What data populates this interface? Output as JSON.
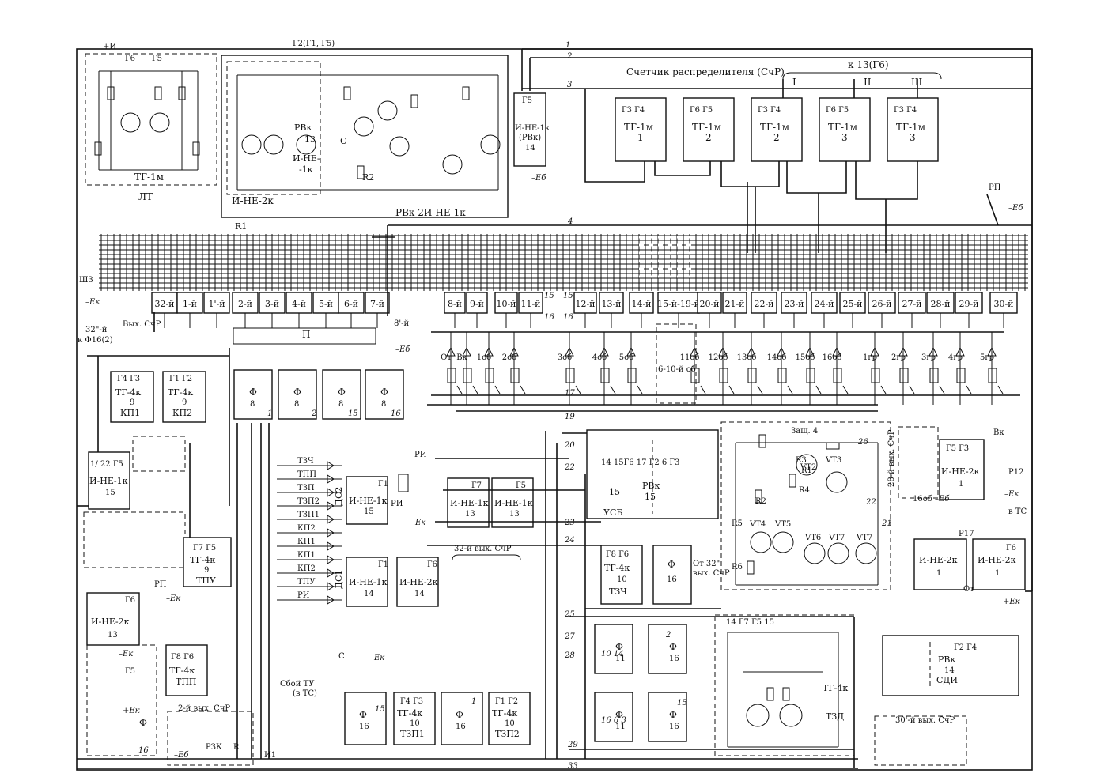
{
  "title": "Счетчик распределителя (СчР)",
  "top_group": {
    "label": "к 13(Г6)",
    "outputs": [
      "I",
      "II",
      "III"
    ]
  },
  "counter_blocks": [
    {
      "pins": "Г3  Г4",
      "name": "ТГ-1м",
      "num": "1"
    },
    {
      "pins": "Г6  Г5",
      "name": "ТГ-1м",
      "num": "2"
    },
    {
      "pins": "Г3  Г4",
      "name": "ТГ-1м",
      "num": "2"
    },
    {
      "pins": "Г6  Г5",
      "name": "ТГ-1м",
      "num": "3"
    },
    {
      "pins": "Г3  Г4",
      "name": "ТГ-1м",
      "num": "3"
    }
  ],
  "lt_block": {
    "name": "ТГ-1м",
    "caption": "ЛТ",
    "pins_left": "Г6",
    "pins_right": "Г5",
    "supply": "+И"
  },
  "rvk_top": {
    "label1": "И-НЕ-2к",
    "label2": "РВк  2И-НЕ-1к",
    "rvk": "РВк",
    "rvk_num": "13",
    "ine": "И-НЕ-",
    "ine2": "-1к",
    "header": "Г2(Г1, Г5)",
    "r1": "R1",
    "r2": "R2",
    "c": "C"
  },
  "ine_rvk14": {
    "top": "Г5",
    "name": "И-НЕ-1к",
    "sub": "(РВк)",
    "num": "14",
    "supply": "–Eб"
  },
  "bus_numbers": [
    "1",
    "2",
    "3",
    "4"
  ],
  "register_cells": [
    "32-й",
    "1-й",
    "1'-й",
    "2-й",
    "3-й",
    "4-й",
    "5-й",
    "6-й",
    "7-й",
    "8-й",
    "9-й",
    "10-й",
    "11-й",
    "12-й",
    "13-й",
    "14-й",
    "15-й-19-й",
    "20-й",
    "21-й",
    "22-й",
    "23-й",
    "24-й",
    "25-й",
    "26-й",
    "27-й",
    "28-й",
    "29-й",
    "30-й"
  ],
  "left_labels": {
    "sh3": "ШЗ",
    "ek": "–Ек",
    "out32": "32\"-й",
    "to_f16": "к Ф16(2)",
    "vyh": "Вых. СчР",
    "p": "П",
    "r8": "8'-й",
    "eb": "–Еб"
  },
  "lower_labels": [
    "От",
    "Вк",
    "1об",
    "2об",
    "3об",
    "4об",
    "5об",
    "11об",
    "12об",
    "13об",
    "14об",
    "15об",
    "16об",
    "1гр",
    "2гр",
    "3гр",
    "4гр",
    "5гр"
  ],
  "mid_note": "6-10-й об",
  "wire_numbers": [
    "15",
    "16",
    "17",
    "19",
    "20",
    "21",
    "22",
    "23",
    "24",
    "25",
    "26",
    "27",
    "28",
    "29",
    "33"
  ],
  "kp_blocks": [
    {
      "pins": "Г4  Г3",
      "name": "ТГ-4к",
      "num": "9",
      "sub": "КП1"
    },
    {
      "pins": "Г1  Г2",
      "name": "ТГ-4к",
      "num": "9",
      "sub": "КП2"
    }
  ],
  "f_blocks": [
    {
      "name": "Ф",
      "num": "8",
      "pin": "1"
    },
    {
      "name": "Ф",
      "num": "8",
      "pin": "2"
    },
    {
      "name": "Ф",
      "num": "8",
      "pin": "15"
    },
    {
      "name": "Ф",
      "num": "8",
      "pin": "16"
    }
  ],
  "ine15": {
    "name": "И-НЕ-1к",
    "num": "15",
    "pins": "1/ 22 Г5"
  },
  "tpu": {
    "pins": "Г7 Г5",
    "name": "ТГ-4к",
    "num": "9",
    "sub": "ТПУ"
  },
  "ine13_left": {
    "name": "И-НЕ-2к",
    "num": "13",
    "pin": "Г6",
    "rp": "РП",
    "ek": "–Ек"
  },
  "dc_labels": [
    "ТЗЧ",
    "ТПП",
    "ТЗП",
    "ТЗП2",
    "ТЗП1",
    "КП2",
    "КП1",
    "КП1",
    "КП2",
    "ТПУ",
    "РИ"
  ],
  "dc2": {
    "name": "И-НЕ-1к",
    "num": "15",
    "pins": "Г1",
    "dc": "ДС2"
  },
  "dc1": {
    "name": "И-НЕ-1к",
    "num": "14",
    "pins": "Г1",
    "dc": "ДС1",
    "name2": "И-НЕ-2к",
    "num2": "14",
    "pins2": "Г6"
  },
  "ri": {
    "label": "РИ",
    "ek": "–Ек"
  },
  "ine13_mid": [
    {
      "pins": "Г7",
      "name": "И-НЕ-1к",
      "num": "13"
    },
    {
      "pins": "Г5",
      "name": "И-НЕ-1к",
      "num": "13"
    }
  ],
  "out32": "32-й вых. СчР",
  "usb": {
    "label": "УСБ",
    "num": "15",
    "rvk": "РВк",
    "rvk_num": "15",
    "pins": "14 15Г6  17 Г2  6  Г3"
  },
  "tzch": {
    "pins": "Г8 Г6",
    "name": "ТГ-4к",
    "num": "10",
    "sub": "ТЗЧ"
  },
  "f16_out": {
    "name": "Ф",
    "num": "16",
    "note1": "От 32\"",
    "note2": "вых. СчР"
  },
  "zash": {
    "title": "Защ. 4",
    "parts": [
      "R1",
      "R2",
      "R3",
      "R4",
      "R5",
      "R6",
      "VT1",
      "VT2",
      "VT3",
      "VT4",
      "VT5",
      "VT6",
      "VT7"
    ]
  },
  "right_group": {
    "label": "28-й вых. СчР",
    "ine": "И-НЕ-2к",
    "num": "1",
    "pins": "Г5  Г3",
    "vk": "Вк",
    "p12": "Р12",
    "vtc": "в ТС",
    "ek": "–Ек",
    "eb": "–Еб",
    "ob": "16об"
  },
  "ine2k_pair": [
    {
      "name": "И-НЕ-2к",
      "num": "1",
      "pin": "Р17"
    },
    {
      "name": "И-НЕ-2к",
      "num": "1",
      "pin": "Г6"
    }
  ],
  "ot_label": "От",
  "ek_plus": "+Ек",
  "tpp": {
    "pins": "Г8 Г6",
    "name": "ТГ-4к",
    "sub": "ТПП"
  },
  "left_f": {
    "name": "Ф",
    "num": "16",
    "pins": "Г5",
    "ek": "–Ек",
    "ek2": "+Ек"
  },
  "rzk": {
    "label": "2-й вых. СчР",
    "rzk": "РЗК",
    "r": "R",
    "eb": "–Еб",
    "i1": "И1"
  },
  "sboi": {
    "line1": "Сбой ТУ",
    "line2": "(в ТС)",
    "c": "C",
    "ek": "–Ек"
  },
  "tzp_group": [
    {
      "name": "Ф",
      "num": "16",
      "pin": "15"
    },
    {
      "pins": "Г4 Г3",
      "name": "ТГ-4к",
      "num": "10",
      "sub": "ТЗП1"
    },
    {
      "name": "Ф",
      "num": "16",
      "pin": "1"
    },
    {
      "pins": "Г1 Г2",
      "name": "ТГ-4к",
      "num": "10",
      "sub": "ТЗП2"
    }
  ],
  "f11_blocks": [
    {
      "name": "Ф",
      "num": "11",
      "pins": "10  14"
    },
    {
      "name": "Ф",
      "num": "16",
      "pins": "2"
    },
    {
      "name": "Ф",
      "num": "11",
      "pins": "16  6  3"
    },
    {
      "name": "Ф",
      "num": "16",
      "pins": "15"
    }
  ],
  "tzd": {
    "name": "ТГ-4к",
    "sub": "ТЗД",
    "pins": "14  Г7  Г5  15"
  },
  "sdi": {
    "rvk": "РВк",
    "num": "14",
    "sub": "СДИ",
    "pins": "Г2  Г4"
  },
  "out30": "30'-й вых. СчР",
  "rp_right": {
    "label": "РП",
    "eb": "–Еб"
  }
}
